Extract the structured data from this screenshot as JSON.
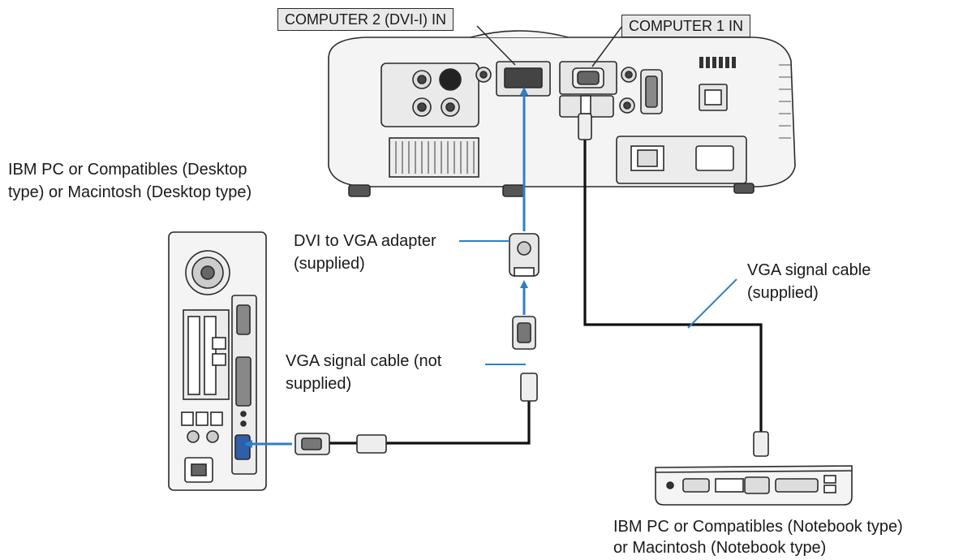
{
  "ports": {
    "computer2": "COMPUTER 2 (DVI-I) IN",
    "computer1": "COMPUTER 1 IN"
  },
  "devices": {
    "desktop_line1": "IBM PC or Compatibles (Desktop",
    "desktop_line2": "type) or Macintosh (Desktop type)",
    "notebook_line1": "IBM PC or Compatibles (Notebook type)",
    "notebook_line2": "or Macintosh (Notebook type)"
  },
  "callouts": {
    "adapter_line1": "DVI to VGA adapter",
    "adapter_line2": "(supplied)",
    "cable_supplied_line1": "VGA signal cable",
    "cable_supplied_line2": "(supplied)",
    "cable_not_supplied_line1": "VGA signal cable (not",
    "cable_not_supplied_line2": "supplied)"
  },
  "colors": {
    "arrow": "#2f7fc4",
    "cable": "#111111",
    "housing": "#f2f2f2",
    "outline": "#2a2a2a"
  }
}
